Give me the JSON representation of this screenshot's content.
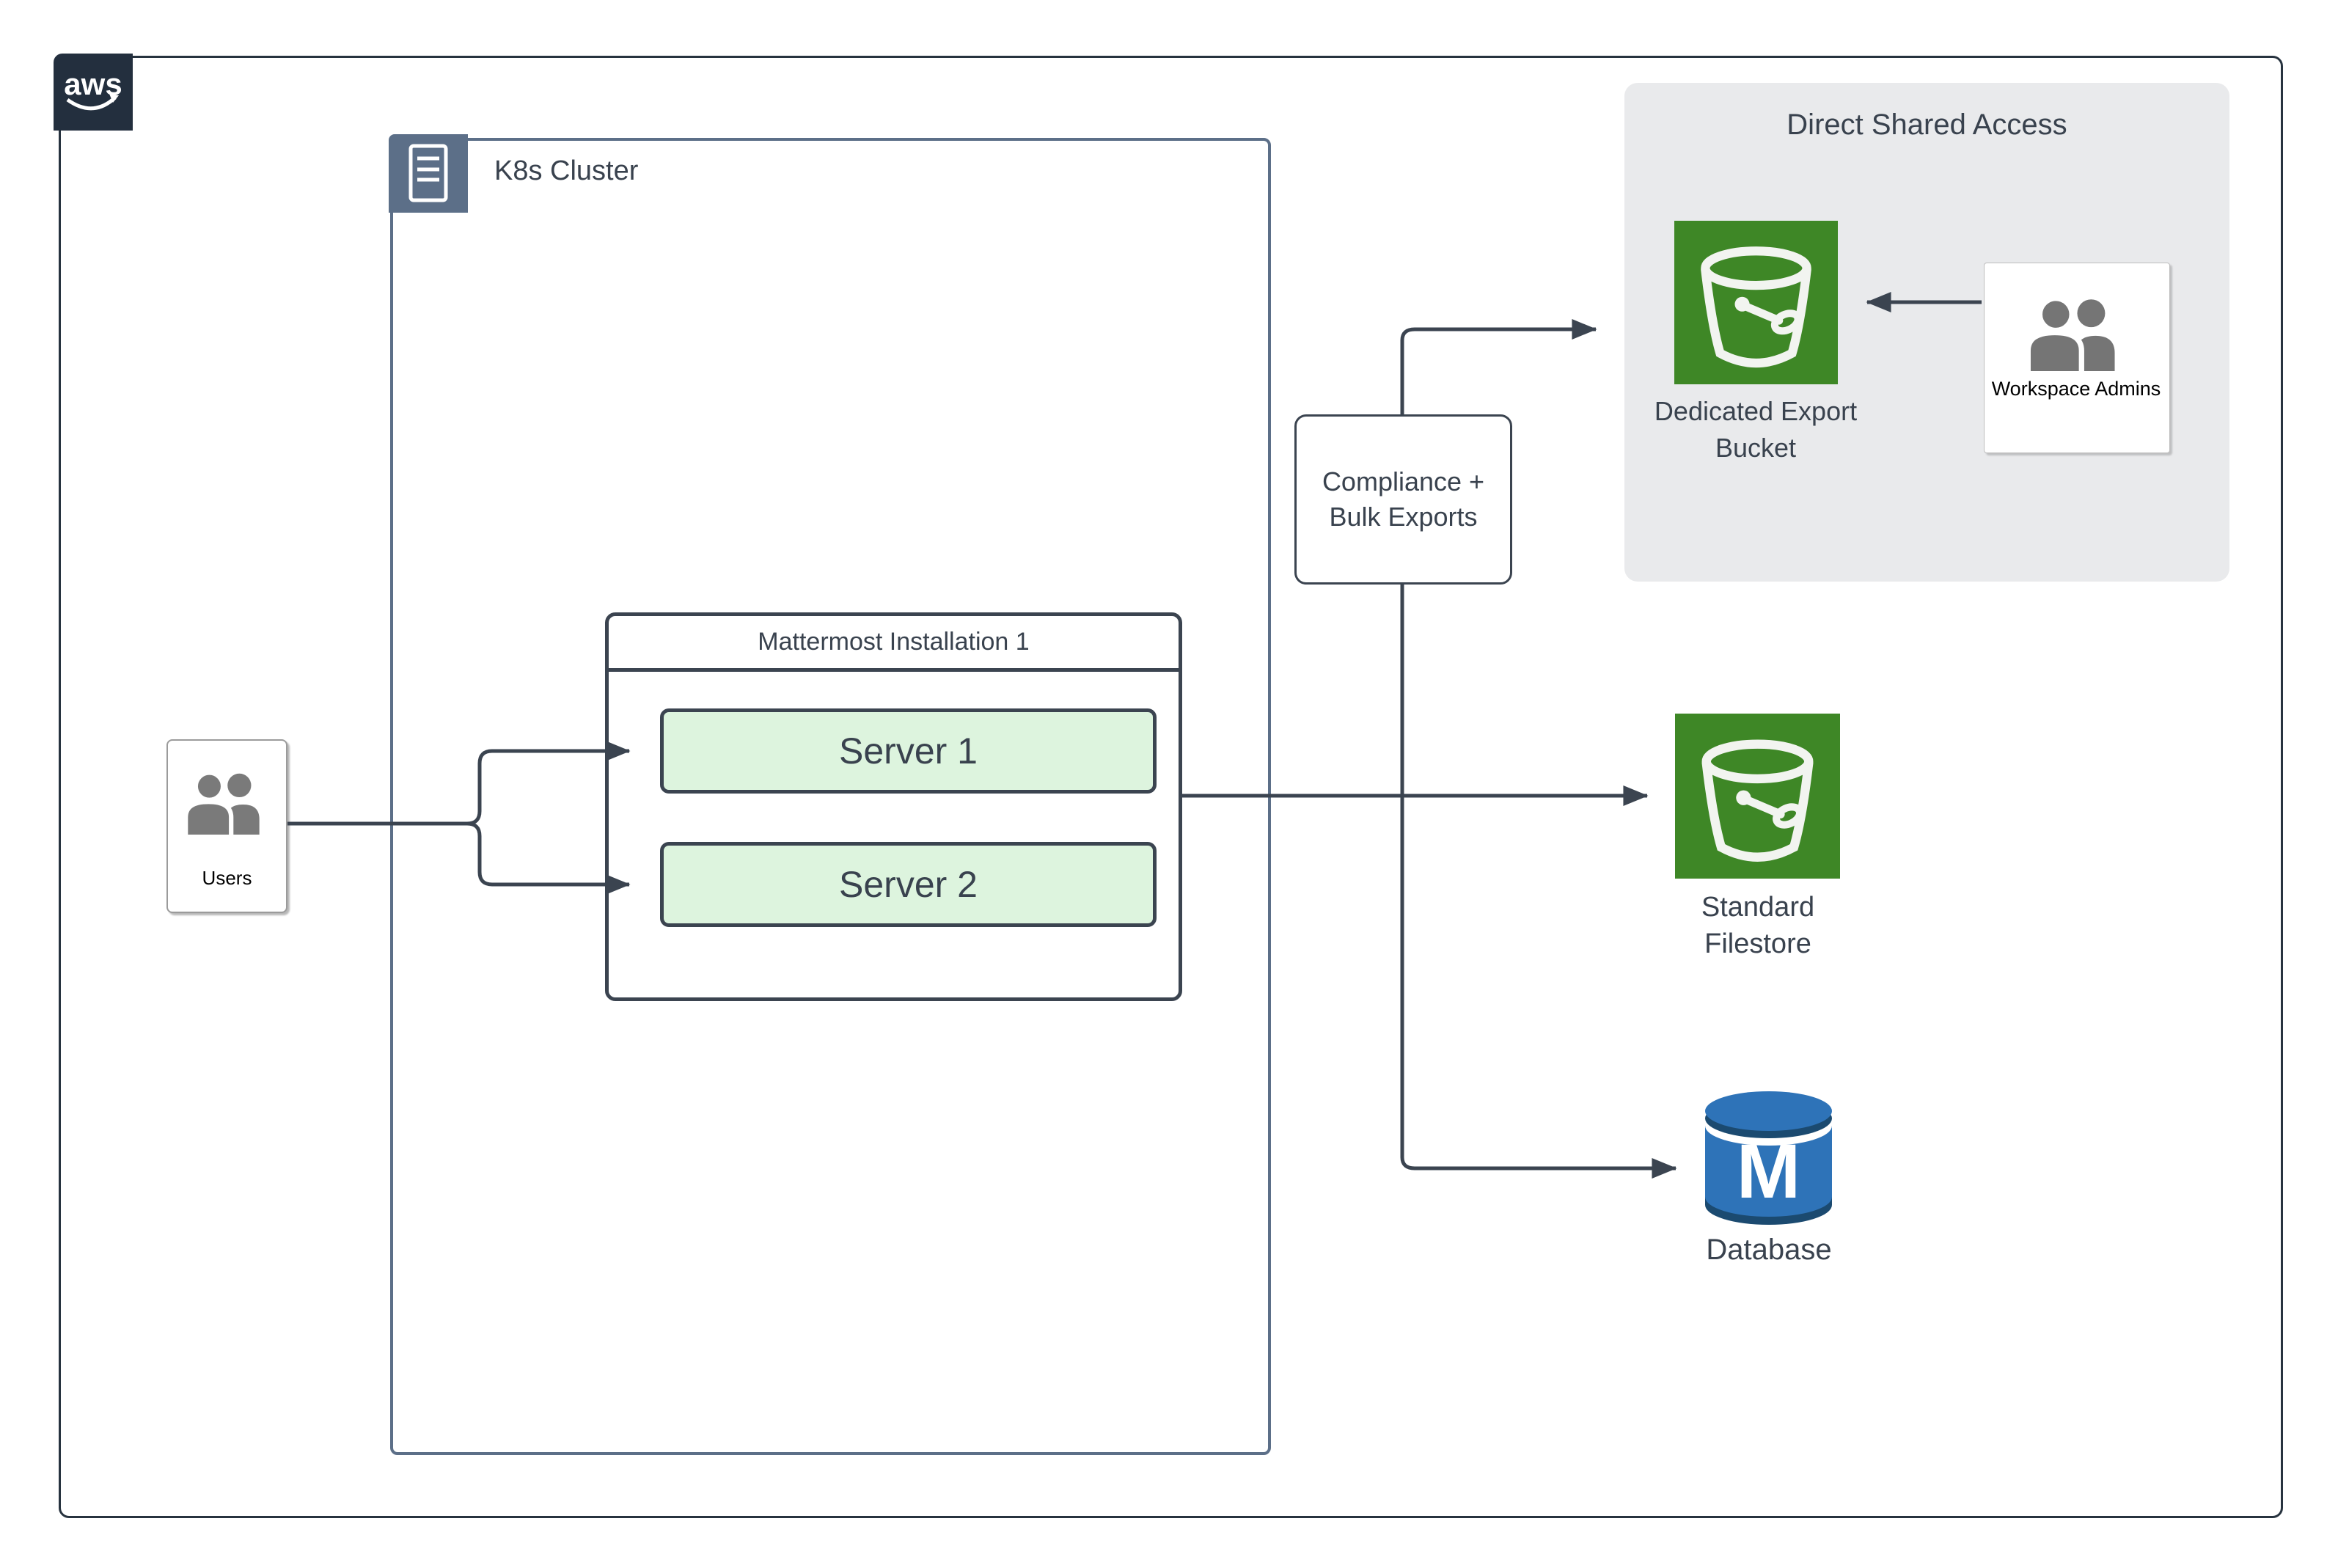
{
  "aws": {
    "logo_text": "aws"
  },
  "k8s_cluster": {
    "label": "K8s Cluster"
  },
  "mattermost": {
    "title": "Mattermost Installation 1",
    "servers": [
      {
        "label": "Server 1"
      },
      {
        "label": "Server 2"
      }
    ]
  },
  "users": {
    "label": "Users"
  },
  "compliance_node": {
    "line1": "Compliance +",
    "line2": "Bulk Exports"
  },
  "direct_shared_access": {
    "title": "Direct Shared Access",
    "export_bucket": {
      "line1": "Dedicated Export",
      "line2": "Bucket"
    },
    "workspace_admins": {
      "label": "Workspace Admins"
    }
  },
  "standard_filestore": {
    "line1": "Standard",
    "line2": "Filestore"
  },
  "database": {
    "label": "Database",
    "monogram": "M"
  },
  "colors": {
    "connector": "#3B4450",
    "k8s_border": "#5C6F88",
    "node_text": "#39424E",
    "server_fill": "#DDF4DE",
    "s3_green": "#3E8726",
    "db_blue": "#2E73B8",
    "db_blue_dark": "#1B4A70",
    "panel_gray": "#E9EAEC",
    "aws_navy": "#232F3E",
    "icon_gray": "#7A7A7A"
  }
}
